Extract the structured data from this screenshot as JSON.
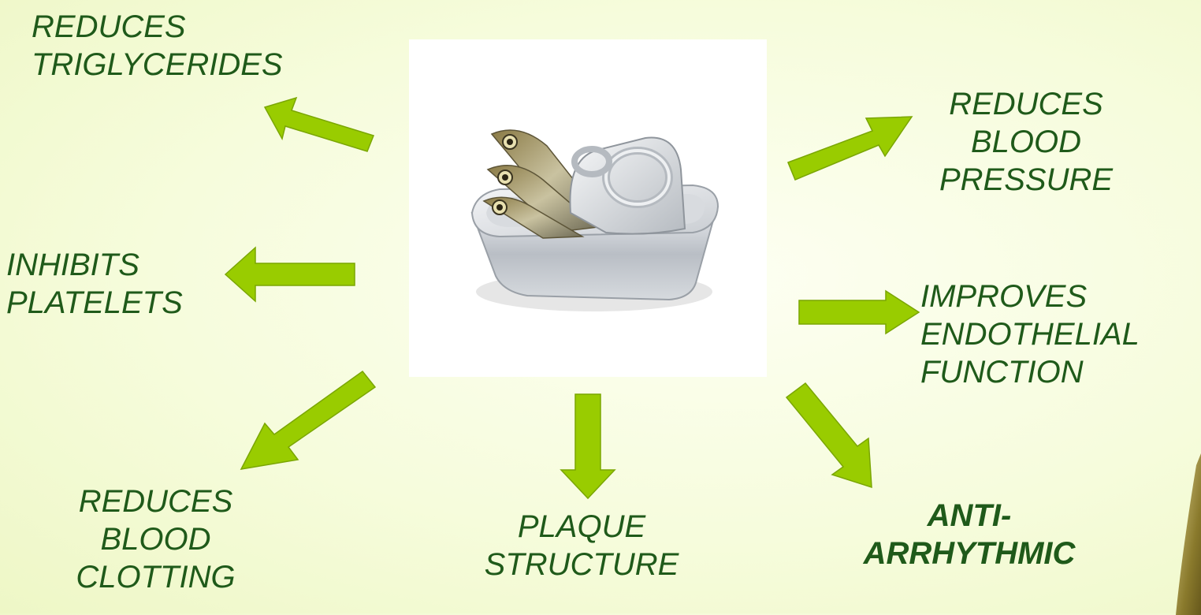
{
  "slide": {
    "arrow_color": "#99cc00",
    "text_color": "#1f5a1a",
    "center_image_icon": "sardine-tin-icon"
  },
  "labels": {
    "reduces_triglycerides": "REDUCES\nTRIGLYCERIDES",
    "reduces_blood_pressure": "REDUCES\nBLOOD\nPRESSURE",
    "inhibits_platelets": "INHIBITS\nPLATELETS",
    "improves_endothelial_function": "IMPROVES\nENDOTHELIAL\nFUNCTION",
    "reduces_blood_clotting": "REDUCES\nBLOOD\nCLOTTING",
    "plaque_structure": "PLAQUE\nSTRUCTURE",
    "anti_arrhythmic": "ANTI-\nARRHYTHMIC"
  }
}
